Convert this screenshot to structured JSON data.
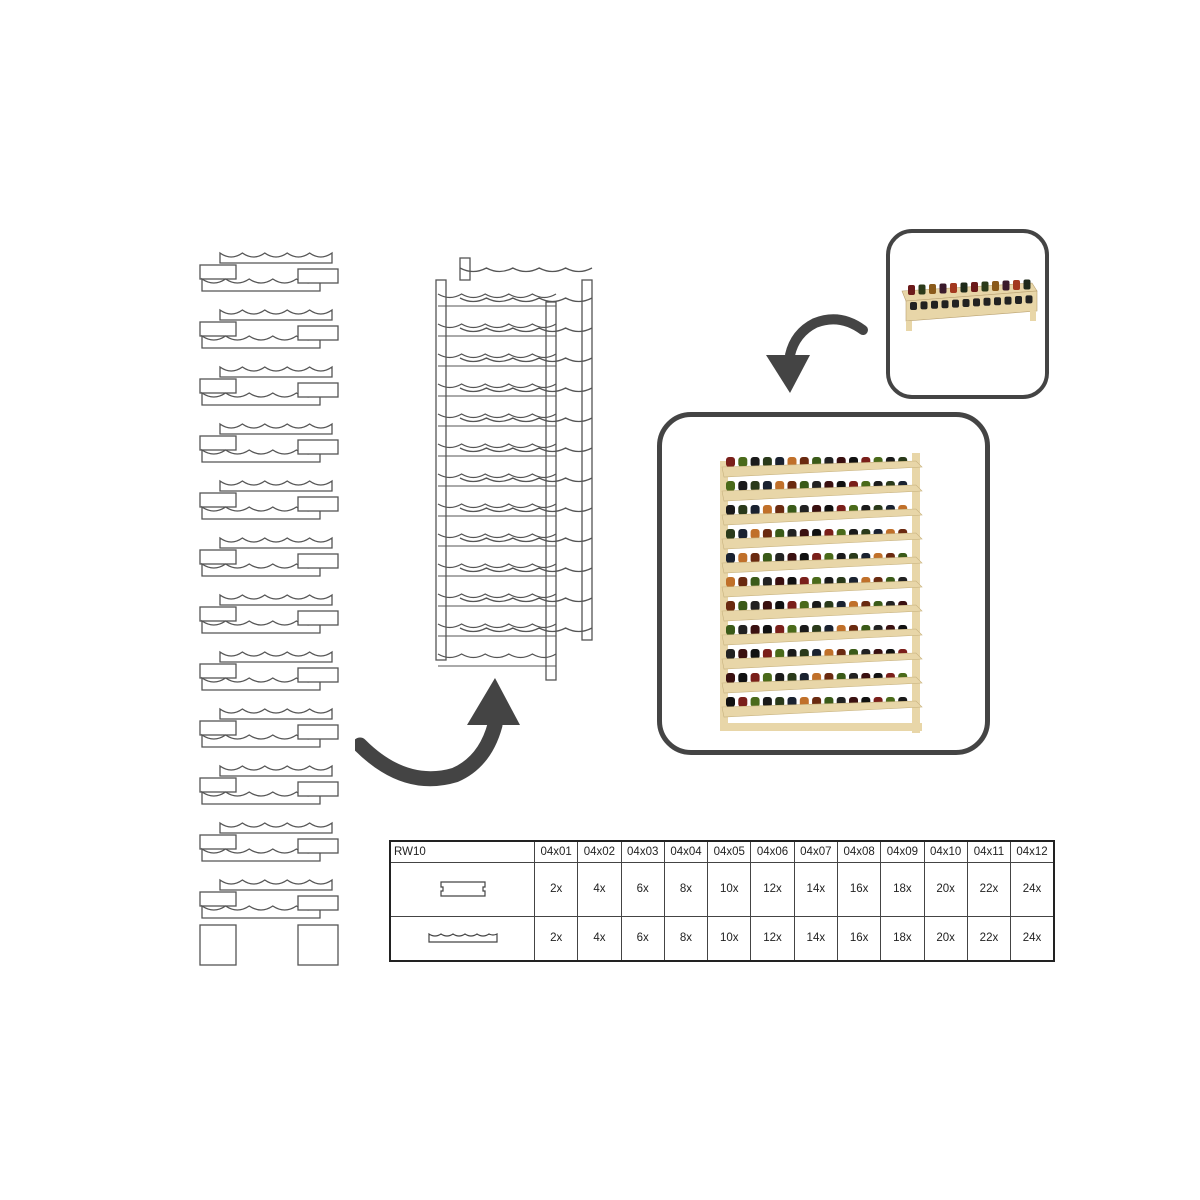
{
  "table": {
    "model": "RW10",
    "columns": [
      "04x01",
      "04x02",
      "04x03",
      "04x04",
      "04x05",
      "04x06",
      "04x07",
      "04x08",
      "04x09",
      "04x10",
      "04x11",
      "04x12"
    ],
    "rows": [
      {
        "part_icon": "side-plank-icon",
        "values": [
          "2x",
          "4x",
          "6x",
          "8x",
          "10x",
          "12x",
          "14x",
          "16x",
          "18x",
          "20x",
          "22x",
          "24x"
        ]
      },
      {
        "part_icon": "wavy-bottle-rail-icon",
        "values": [
          "2x",
          "4x",
          "6x",
          "8x",
          "10x",
          "12x",
          "14x",
          "16x",
          "18x",
          "20x",
          "22x",
          "24x"
        ]
      }
    ]
  },
  "icons": {
    "exploded": "exploded-rack-drawing-icon",
    "assembled": "assembled-rack-drawing-icon",
    "arrow": "curved-arrow-icon",
    "photo_wide": "wide-rack-photo-icon",
    "photo_tall": "tall-rack-photo-icon"
  },
  "colors": {
    "frame": "#444444",
    "wood": "#e8d6a8",
    "line": "#555555",
    "arrow": "#444444"
  }
}
